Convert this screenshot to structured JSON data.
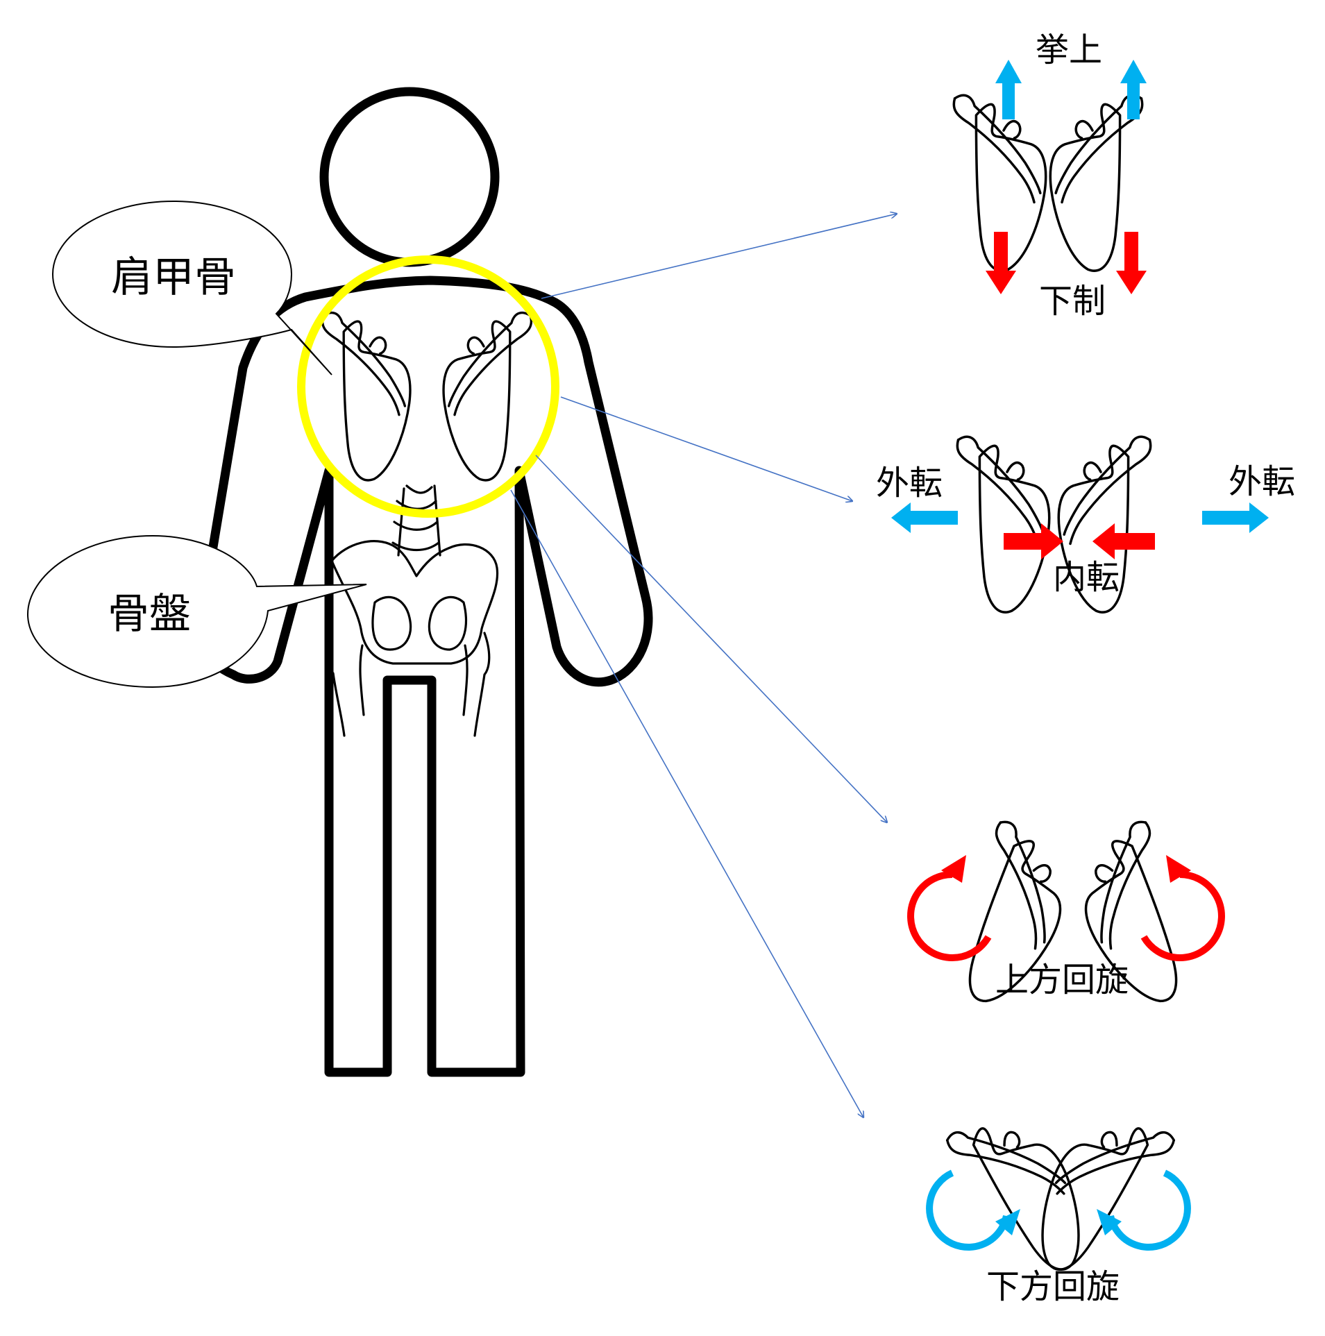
{
  "labels": {
    "scapula": "肩甲骨",
    "pelvis": "骨盤",
    "elevation": "挙上",
    "depression": "下制",
    "abduction_left": "外転",
    "abduction_right": "外転",
    "adduction": "内転",
    "upward_rotation": "上方回旋",
    "downward_rotation": "下方回旋"
  },
  "colors": {
    "highlight": "#ffff00",
    "blue_arrow": "#00b0f0",
    "red_arrow": "#ff0000",
    "leader_line": "#4472c4",
    "outline": "#000000"
  }
}
